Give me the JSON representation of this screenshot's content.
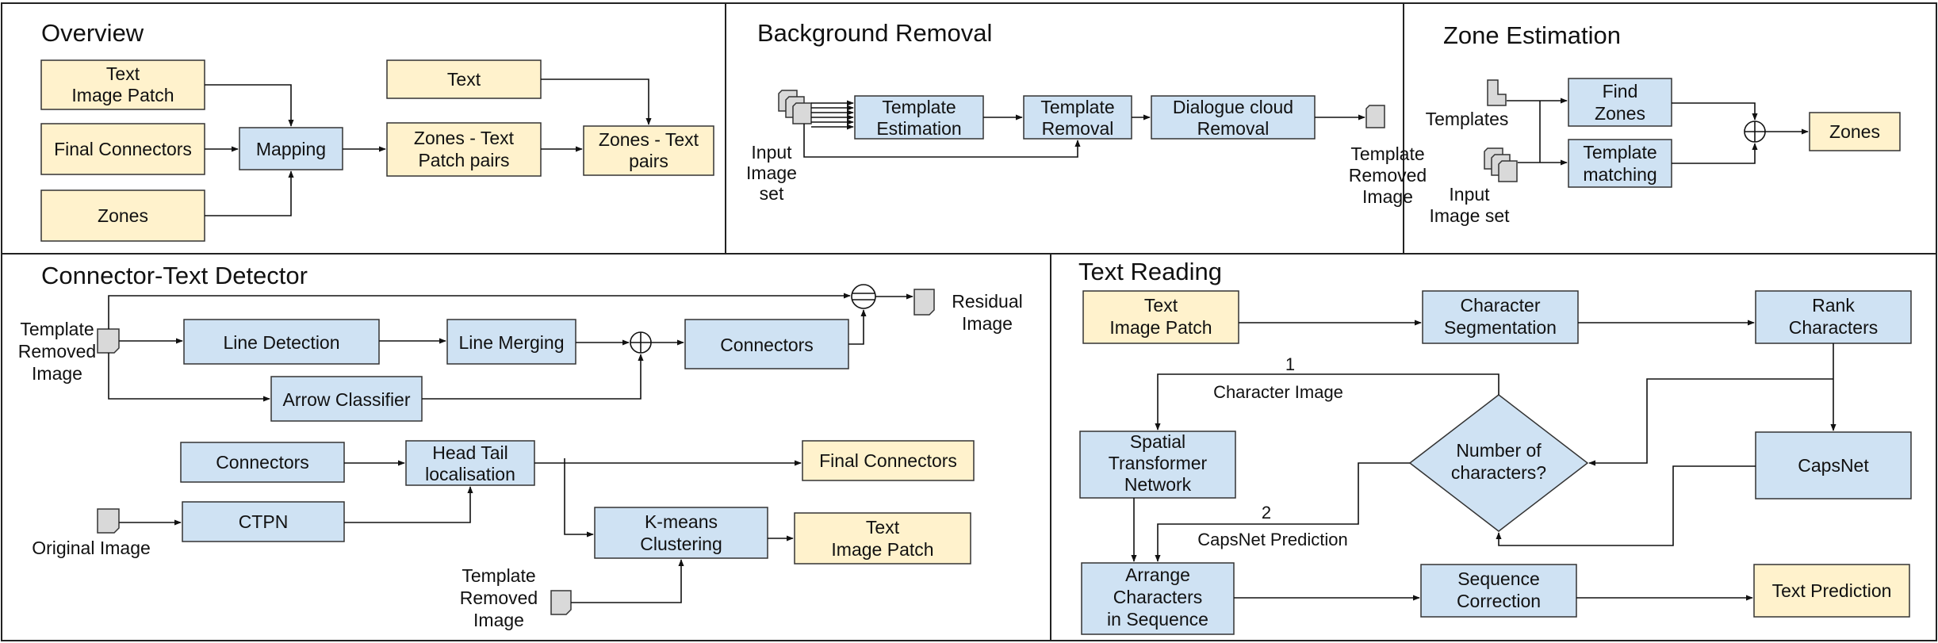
{
  "panels": {
    "overview": {
      "title": "Overview",
      "text_image_patch": [
        "Text",
        "Image Patch"
      ],
      "final_connectors": "Final Connectors",
      "zones": "Zones",
      "mapping": "Mapping",
      "text": "Text",
      "zones_text_patch_pairs": [
        "Zones - Text",
        "Patch pairs"
      ],
      "zones_text_pairs": [
        "Zones - Text",
        "pairs"
      ]
    },
    "background_removal": {
      "title": "Background Removal",
      "template_estimation": [
        "Template",
        "Estimation"
      ],
      "template_removal": [
        "Template",
        "Removal"
      ],
      "dialogue_cloud_removal": [
        "Dialogue cloud",
        "Removal"
      ],
      "input_image_set": [
        "Input",
        "Image",
        "set"
      ],
      "template_removed_image": [
        "Template",
        "Removed",
        "Image"
      ]
    },
    "zone_estimation": {
      "title": "Zone Estimation",
      "templates": "Templates",
      "input_image_set": [
        "Input",
        "Image set"
      ],
      "find_zones": [
        "Find",
        "Zones"
      ],
      "template_matching": [
        "Template",
        "matching"
      ],
      "zones": "Zones"
    },
    "connector_text_detector": {
      "title": "Connector-Text Detector",
      "template_removed_image": [
        "Template",
        "Removed",
        "Image"
      ],
      "line_detection": "Line Detection",
      "line_merging": "Line Merging",
      "connectors": "Connectors",
      "arrow_classifier": "Arrow Classifier",
      "residual_image": [
        "Residual",
        "Image"
      ],
      "connectors_2": "Connectors",
      "head_tail_localisation": [
        "Head Tail",
        "localisation"
      ],
      "final_connectors": "Final Connectors",
      "original_image": "Original Image",
      "ctpn": "CTPN",
      "kmeans_clustering": [
        "K-means",
        "Clustering"
      ],
      "text_image_patch": [
        "Text",
        "Image Patch"
      ],
      "template_removed_image_2": [
        "Template",
        "Removed",
        "Image"
      ]
    },
    "text_reading": {
      "title": "Text Reading",
      "text_image_patch": [
        "Text",
        "Image Patch"
      ],
      "character_segmentation": [
        "Character",
        "Segmentation"
      ],
      "rank_characters": [
        "Rank",
        "Characters"
      ],
      "label_1": "1",
      "character_image": "Character Image",
      "spatial_transformer_network": [
        "Spatial",
        "Transformer",
        "Network"
      ],
      "number_of_characters": [
        "Number of",
        "characters?"
      ],
      "capsnet": "CapsNet",
      "label_2": "2",
      "capsnet_prediction": "CapsNet Prediction",
      "arrange_characters": [
        "Arrange",
        "Characters",
        "in Sequence"
      ],
      "sequence_correction": [
        "Sequence",
        "Correction"
      ],
      "text_prediction": "Text Prediction"
    }
  },
  "colors": {
    "process_fill": "#cfe2f3",
    "io_fill": "#fff2cc",
    "doc_fill": "#d9d9d9",
    "stroke": "#333333"
  }
}
